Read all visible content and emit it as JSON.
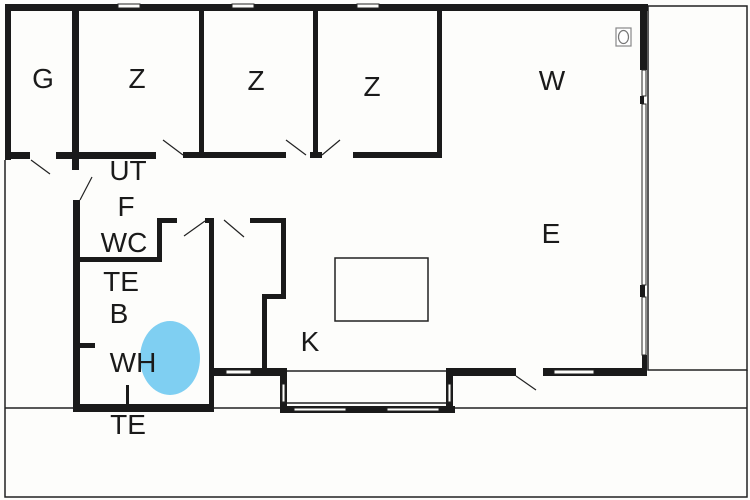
{
  "plan": {
    "rooms": {
      "g": "G",
      "z1": "Z",
      "z2": "Z",
      "z3": "Z",
      "w": "W",
      "e": "E",
      "k": "K",
      "ut": "ÜT",
      "f": "F",
      "wc": "WC",
      "te1": "TE",
      "b": "B",
      "wh": "WH",
      "te2": "TE"
    },
    "colors": {
      "wall": "#1a1a1a",
      "whirlpool": "#7fcff2",
      "background": "#fdfdfb"
    }
  }
}
